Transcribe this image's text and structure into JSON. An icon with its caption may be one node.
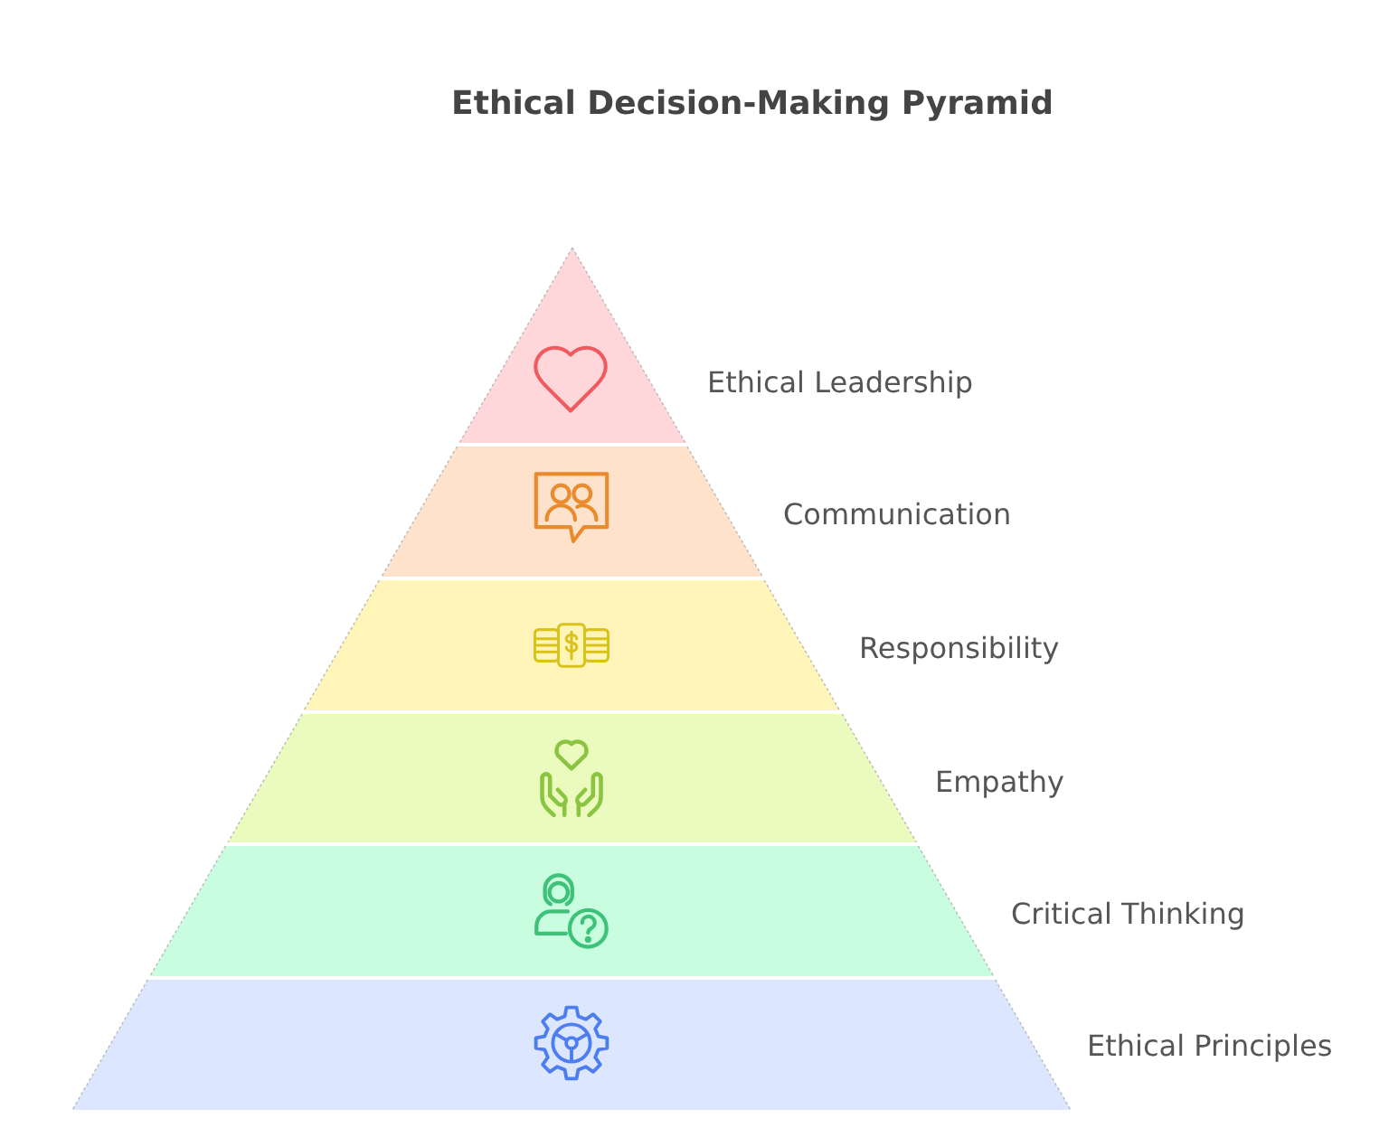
{
  "diagram": {
    "title": "Ethical Decision-Making Pyramid",
    "nodes": [
      {
        "text": [
          "Ethical Leadership"
        ]
      },
      {
        "text": [
          "Communication"
        ]
      },
      {
        "text": [
          "Responsibility"
        ]
      },
      {
        "text": [
          "Empathy"
        ]
      },
      {
        "text": [
          "Critical Thinking"
        ]
      },
      {
        "text": [
          "Ethical Principles"
        ]
      }
    ]
  }
}
